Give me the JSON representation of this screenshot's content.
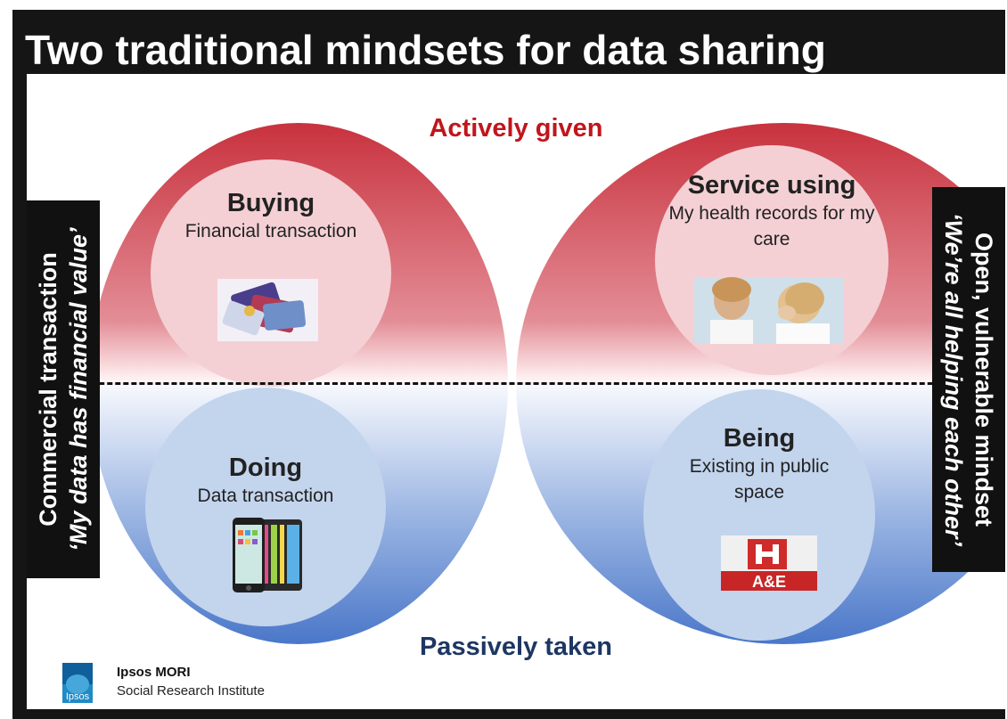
{
  "title": "Two traditional mindsets for data sharing",
  "axis": {
    "top": "Actively given",
    "bottom": "Passively taken"
  },
  "left_side": {
    "main": "Commercial transaction",
    "quote": "‘My data has financial value’"
  },
  "right_side": {
    "main": "Open, vulnerable mindset",
    "quote": "‘We’re all helping each other’"
  },
  "quadrants": {
    "buying": {
      "title": "Buying",
      "subtitle": "Financial transaction",
      "image_icon": "credit-cards-photo"
    },
    "service": {
      "title": "Service using",
      "subtitle": "My health records for my care",
      "image_icon": "doctor-patient-photo"
    },
    "doing": {
      "title": "Doing",
      "subtitle": "Data transaction",
      "image_icon": "smartphones-photo"
    },
    "being": {
      "title": "Being",
      "subtitle": "Existing in public space",
      "image_icon": "hospital-ae-sign-photo"
    }
  },
  "logo": {
    "mark_text": "Ipsos",
    "name": "Ipsos MORI",
    "subtitle": "Social Research Institute"
  },
  "colors": {
    "active": "#c0161c",
    "passive": "#1d3763",
    "frame": "#151515"
  }
}
